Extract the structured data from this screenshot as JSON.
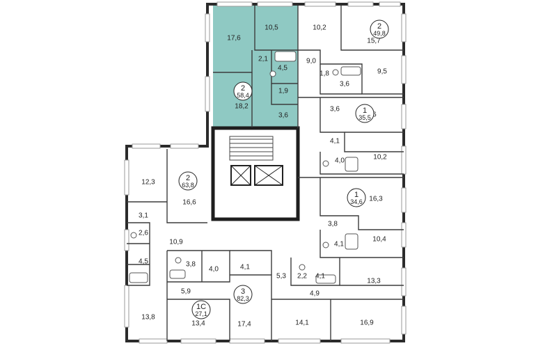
{
  "highlight_color": "#8fc9c3",
  "apartments": [
    {
      "id": "apt-top-left",
      "rooms": "2",
      "area": "58,4",
      "highlighted": true
    },
    {
      "id": "apt-top-right",
      "rooms": "2",
      "area": "49,8",
      "highlighted": false
    },
    {
      "id": "apt-right-1",
      "rooms": "1",
      "area": "35,5",
      "highlighted": false
    },
    {
      "id": "apt-left",
      "rooms": "2",
      "area": "63,8",
      "highlighted": false
    },
    {
      "id": "apt-right-2",
      "rooms": "1",
      "area": "34,6",
      "highlighted": false
    },
    {
      "id": "apt-bottom-mid",
      "rooms": "3",
      "area": "82,3",
      "highlighted": false
    },
    {
      "id": "apt-bottom-left",
      "rooms": "1С",
      "area": "27,1",
      "highlighted": false
    }
  ],
  "room_areas": [
    "17,6",
    "10,5",
    "2,1",
    "4,5",
    "1,9",
    "18,2",
    "3,6",
    "10,2",
    "15,7",
    "9,0",
    "1,8",
    "3,6",
    "9,5",
    "3,6",
    "13,6",
    "4,1",
    "10,2",
    "4,0",
    "12,3",
    "16,6",
    "3,1",
    "2,6",
    "4,5",
    "10,9",
    "16,3",
    "3,8",
    "10,4",
    "4,1",
    "3,8",
    "4,0",
    "5,9",
    "4,1",
    "5,3",
    "2,2",
    "4,1",
    "13,3",
    "4,9",
    "13,8",
    "13,4",
    "17,4",
    "14,1",
    "16,9"
  ]
}
